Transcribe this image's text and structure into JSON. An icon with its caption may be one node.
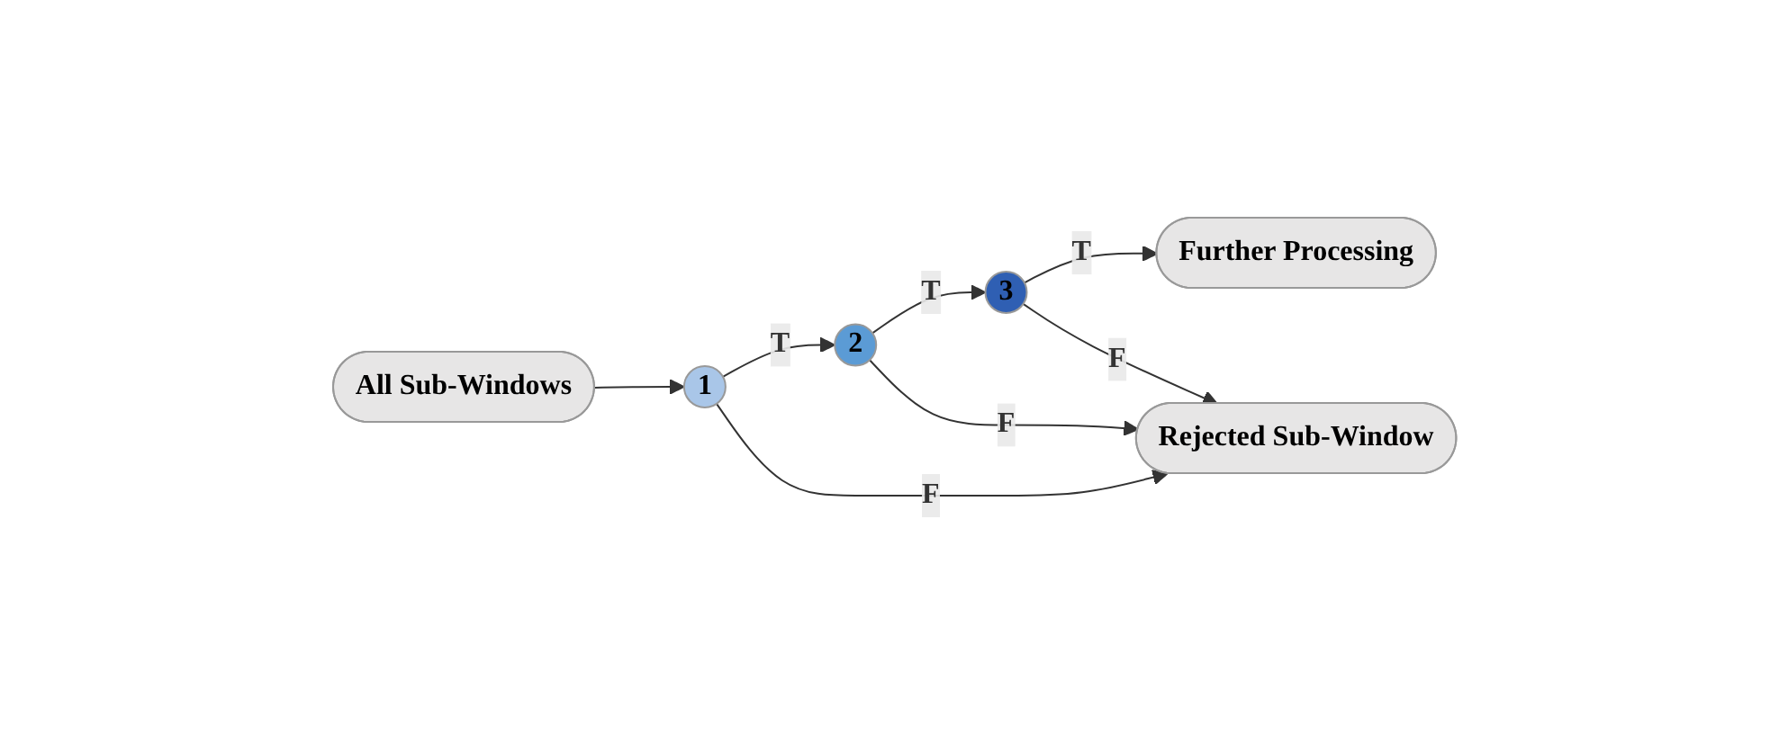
{
  "diagram": {
    "nodes": [
      {
        "text": [
          "All Sub-Windows"
        ]
      },
      {
        "text": [
          "1"
        ]
      },
      {
        "text": [
          "2"
        ]
      },
      {
        "text": [
          "3"
        ]
      },
      {
        "text": [
          "Further Processing"
        ]
      },
      {
        "text": [
          "Rejected Sub-Window"
        ]
      }
    ],
    "edges": [
      {
        "from": 0,
        "to": 1,
        "arrow": "to"
      },
      {
        "from": 1,
        "to": 2,
        "arrow": "to",
        "label": "T"
      },
      {
        "from": 2,
        "to": 3,
        "arrow": "to",
        "label": "T"
      },
      {
        "from": 3,
        "to": 4,
        "arrow": "to",
        "label": "T"
      },
      {
        "from": 1,
        "to": 5,
        "arrow": "to",
        "label": "F"
      },
      {
        "from": 2,
        "to": 5,
        "arrow": "to",
        "label": "F"
      },
      {
        "from": 3,
        "to": 5,
        "arrow": "to",
        "label": "F"
      }
    ]
  }
}
